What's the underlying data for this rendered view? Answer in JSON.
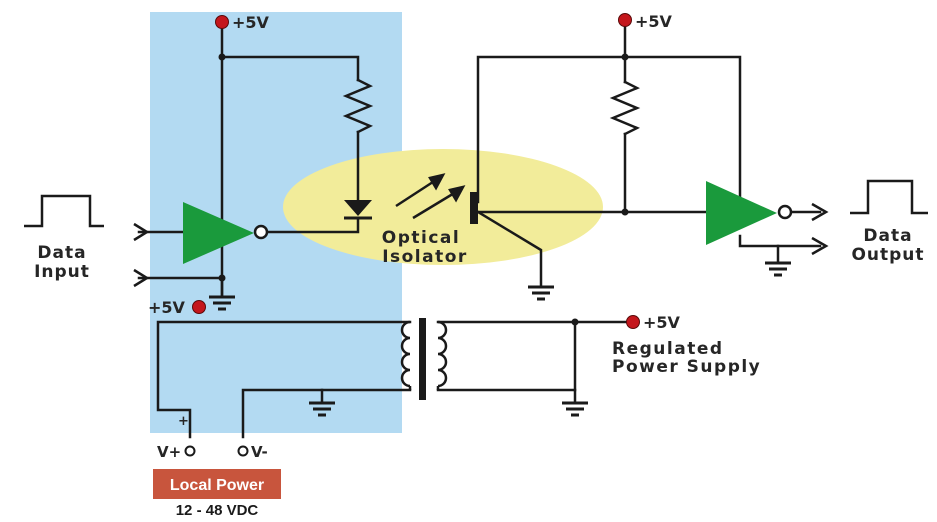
{
  "labels": {
    "data_input_1": "Data",
    "data_input_2": "Input",
    "data_output_1": "Data",
    "data_output_2": "Output",
    "optical_1": "Optical",
    "optical_2": "Isolator",
    "regulated_1": "Regulated",
    "regulated_2": "Power Supply",
    "v_top_left": "+5V",
    "v_top_right": "+5V",
    "v_left": "+5V",
    "v_supply": "+5V",
    "plus_sign": "+",
    "v_plus": "V+",
    "v_minus": "V-",
    "local_power": "Local Power",
    "voltage_range": "12 - 48 VDC"
  },
  "colors": {
    "isolated_zone": "#b3daf2",
    "optical_zone": "#f2ec9a",
    "buffer": "#1a9a3c",
    "power_dot": "#c4161c",
    "wire": "#1a1a1a",
    "local_power_box": "#c8553d"
  }
}
